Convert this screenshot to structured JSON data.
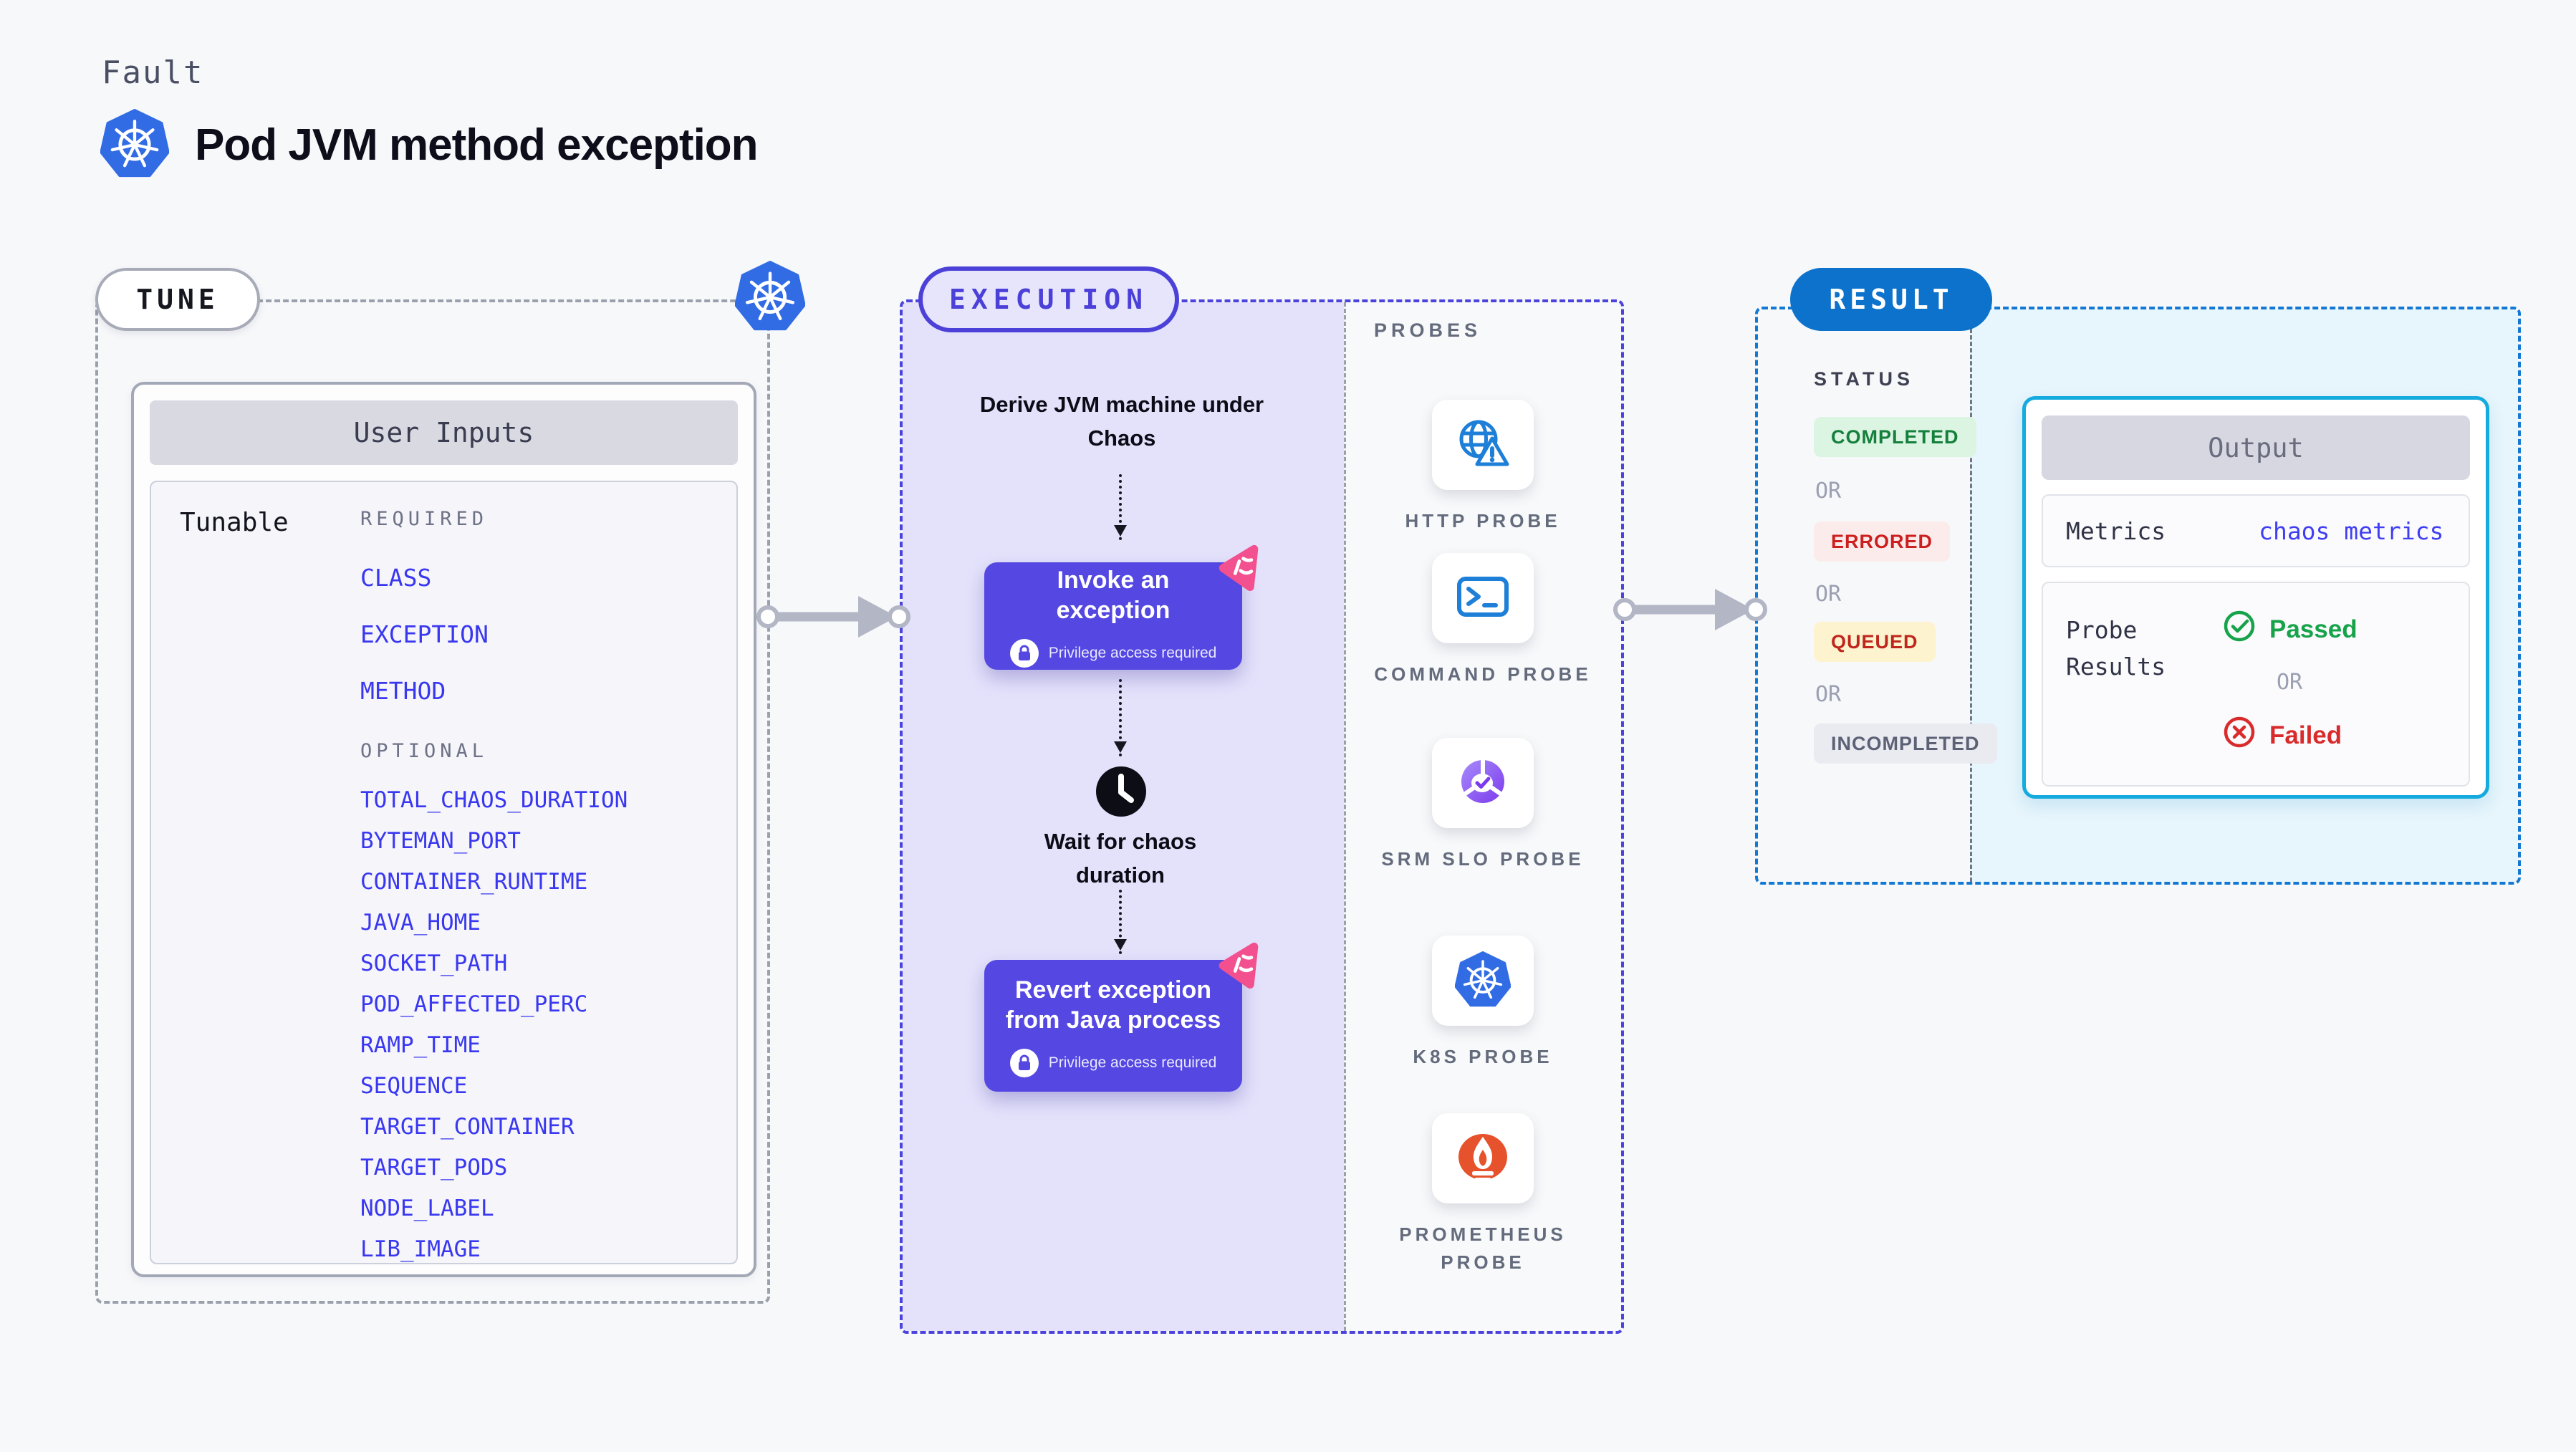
{
  "header": {
    "kicker": "Fault",
    "title": "Pod JVM method exception"
  },
  "tune": {
    "label": "TUNE",
    "table_title": "User Inputs",
    "row_label": "Tunable",
    "required_label": "REQUIRED",
    "required": [
      "CLASS",
      "EXCEPTION",
      "METHOD"
    ],
    "optional_label": "OPTIONAL",
    "optional": [
      "TOTAL_CHAOS_DURATION",
      "BYTEMAN_PORT",
      "CONTAINER_RUNTIME",
      "JAVA_HOME",
      "SOCKET_PATH",
      "POD_AFFECTED_PERC",
      "RAMP_TIME",
      "SEQUENCE",
      "TARGET_CONTAINER",
      "TARGET_PODS",
      "NODE_LABEL",
      "LIB_IMAGE"
    ]
  },
  "execution": {
    "label": "EXECUTION",
    "derive_text": "Derive JVM machine under Chaos",
    "invoke_title": "Invoke an exception",
    "privilege_badge": "Privilege access required",
    "wait_text": "Wait for chaos duration",
    "revert_title": "Revert exception from Java process"
  },
  "probes": {
    "label": "PROBES",
    "items": [
      {
        "name": "HTTP PROBE",
        "icon": "http-probe-icon"
      },
      {
        "name": "COMMAND PROBE",
        "icon": "command-probe-icon"
      },
      {
        "name": "SRM SLO PROBE",
        "icon": "srm-slo-probe-icon"
      },
      {
        "name": "K8S PROBE",
        "icon": "k8s-probe-icon"
      },
      {
        "name": "PROMETHEUS PROBE",
        "icon": "prometheus-probe-icon"
      }
    ]
  },
  "result": {
    "label": "RESULT",
    "status_label": "STATUS",
    "or": "OR",
    "statuses": [
      {
        "label": "COMPLETED",
        "fg": "#15803d",
        "bg": "#dcf5e2"
      },
      {
        "label": "ERRORED",
        "fg": "#cc1f1f",
        "bg": "#fcebeb"
      },
      {
        "label": "QUEUED",
        "fg": "#bf271d",
        "bg": "#fdf3cf"
      },
      {
        "label": "INCOMPLETED",
        "fg": "#5c6175",
        "bg": "#eaeaf1"
      }
    ],
    "output": {
      "title": "Output",
      "metrics_label": "Metrics",
      "metrics_value": "chaos metrics",
      "probe_results_label": "Probe Results",
      "passed_label": "Passed",
      "failed_label": "Failed"
    }
  },
  "colors": {
    "page_bg": "#f7f8fa",
    "accent_indigo": "#4b40d8",
    "execution_fill": "#e4e2fb",
    "action_box": "#5447e2",
    "litmus_pink": "#f2508f",
    "k8s_blue": "#326ce5",
    "probe_icon_blue": "#1d7fd8",
    "srm_purple": "#7c3aed",
    "prometheus_orange": "#e6522c",
    "result_dash_blue": "#1278d3",
    "result_pill_blue": "#0c72cc",
    "output_border_cyan": "#16abdf",
    "link_blue": "#3937f0",
    "success_green": "#16a34a",
    "fail_red": "#d92b2b"
  }
}
